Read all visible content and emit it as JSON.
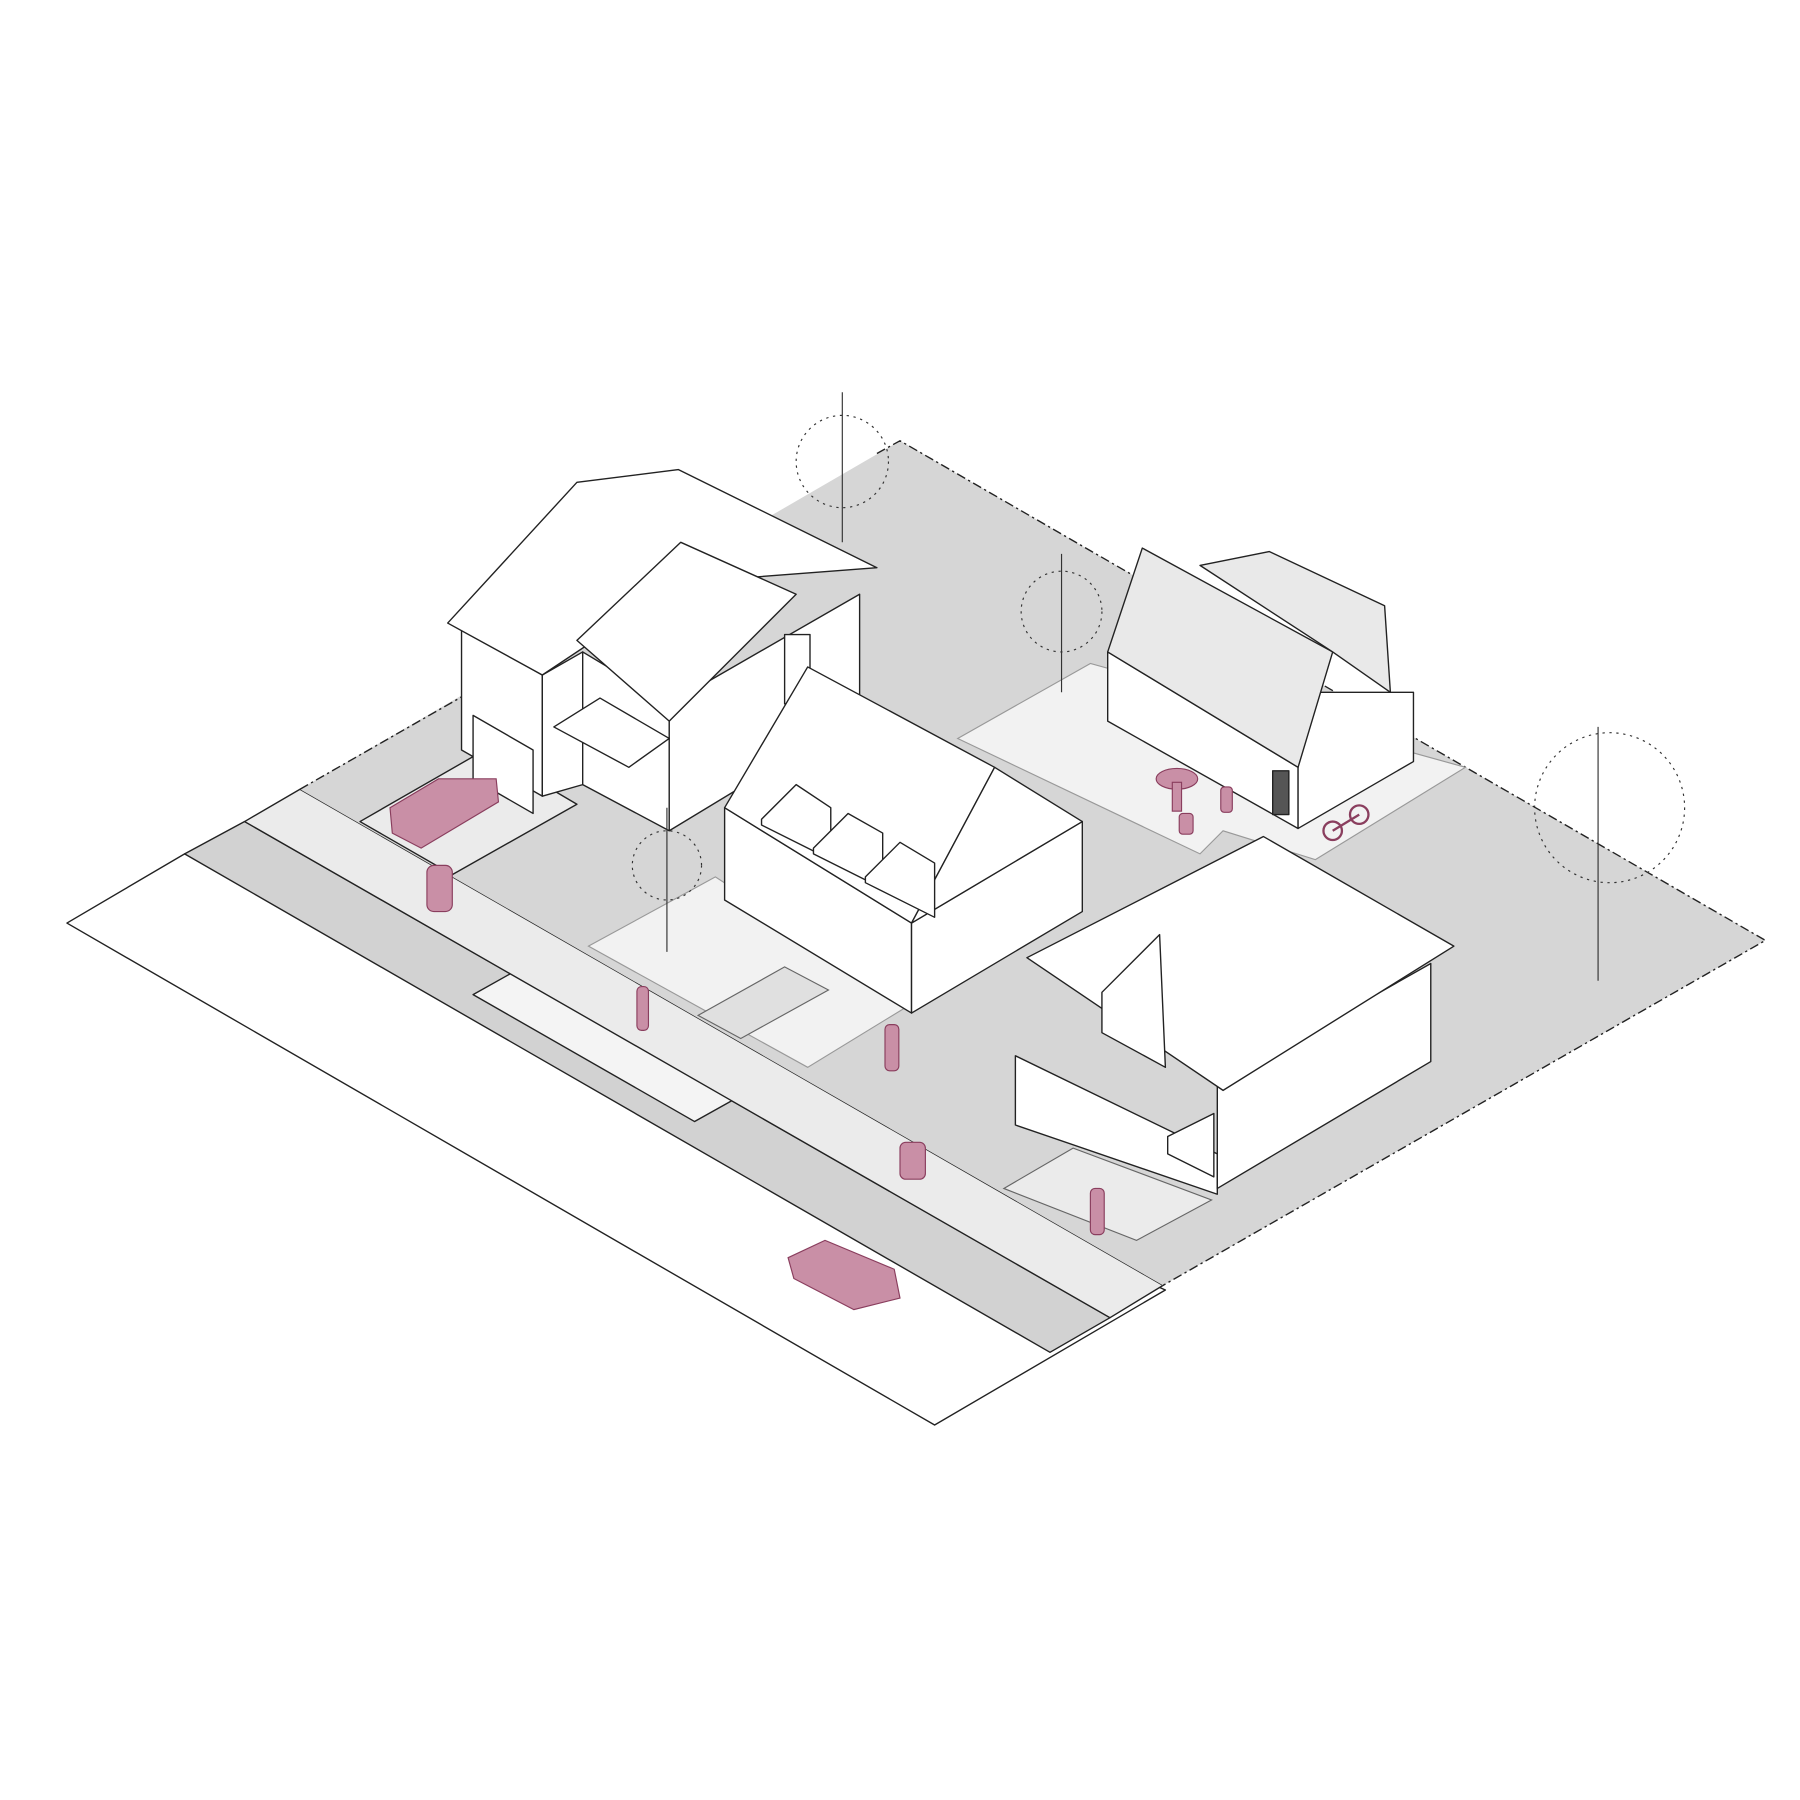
{
  "diagram": {
    "kind": "isometric residential block",
    "colors": {
      "ground": "#d6d6d6",
      "sidewalk": "#e8e8e8",
      "street": "#ffffff",
      "building": "#ffffff",
      "accent": "#c98fa6",
      "accent_stroke": "#8a3e5e"
    },
    "elements": [
      "street",
      "curb",
      "sidewalk",
      "lots",
      "two-storey-house",
      "cape-cod-house",
      "backyard-cottage",
      "corner-house",
      "trees",
      "cars",
      "people",
      "bicycle",
      "patio-table"
    ]
  }
}
